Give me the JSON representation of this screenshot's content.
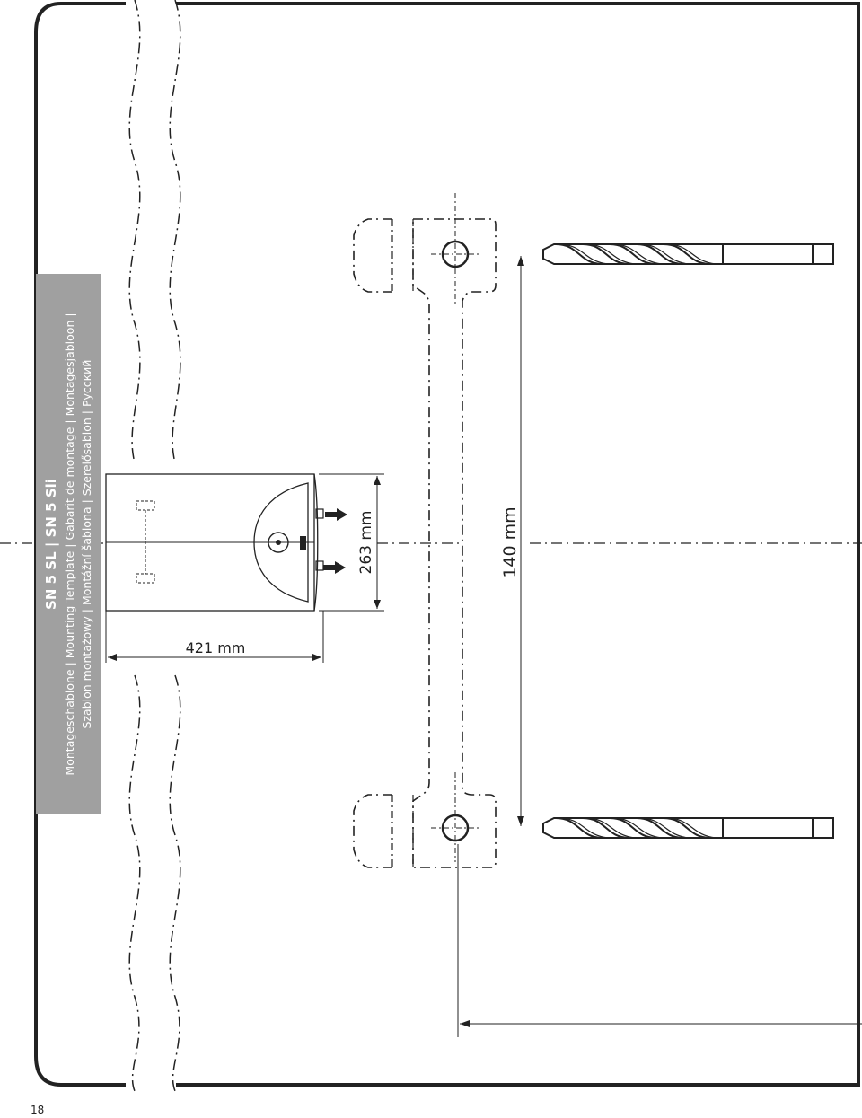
{
  "header": {
    "title": "SN 5 SL | SN 5 Sli",
    "subtitle_line1": "Montageschablone | Mounting Template | Gabarit de montage | Montagesjabloon |",
    "subtitle_line2": "Szablon montażowy | Montážní šablona | Szerelősablon | Русский"
  },
  "dimensions": {
    "width": "421 mm",
    "height": "263 mm",
    "hole_spacing": "140 mm"
  },
  "page_number": "18",
  "colors": {
    "ink": "#222222",
    "title_panel": "#a0a0a0",
    "title_text": "#ffffff"
  },
  "icons": [
    "drill-bit-icon",
    "arrow-icon",
    "mounting-hole-icon",
    "temperature-knob-icon"
  ]
}
